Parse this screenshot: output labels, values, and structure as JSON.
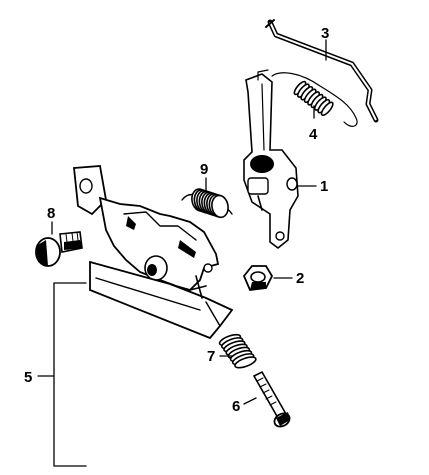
{
  "callouts": [
    {
      "id": "1",
      "label": "1"
    },
    {
      "id": "2",
      "label": "2"
    },
    {
      "id": "3",
      "label": "3"
    },
    {
      "id": "4",
      "label": "4"
    },
    {
      "id": "5",
      "label": "5"
    },
    {
      "id": "6",
      "label": "6"
    },
    {
      "id": "7",
      "label": "7"
    },
    {
      "id": "8",
      "label": "8"
    },
    {
      "id": "9",
      "label": "9"
    }
  ],
  "parts": [
    {
      "id": "1",
      "icon": "throttle-arm-bracket"
    },
    {
      "id": "2",
      "icon": "hex-nut"
    },
    {
      "id": "3",
      "icon": "link-rod"
    },
    {
      "id": "4",
      "icon": "extension-spring"
    },
    {
      "id": "5",
      "icon": "control-plate-assembly"
    },
    {
      "id": "6",
      "icon": "screw"
    },
    {
      "id": "7",
      "icon": "compression-spring"
    },
    {
      "id": "8",
      "icon": "flange-bolt"
    },
    {
      "id": "9",
      "icon": "coil-spring"
    }
  ]
}
